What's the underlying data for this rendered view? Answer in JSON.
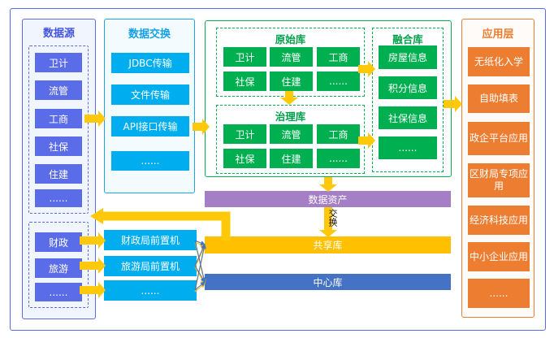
{
  "datasource_panel": {
    "title": "数据源",
    "primary_sources": [
      "卫计",
      "流管",
      "工商",
      "社保",
      "住建",
      "......"
    ],
    "secondary_sources": [
      "财政",
      "旅游",
      "......"
    ]
  },
  "exchange_panel": {
    "title": "数据交换",
    "methods": [
      "JDBC传输",
      "文件传输",
      "API接口传输",
      "......"
    ]
  },
  "library_section": {
    "raw_library": {
      "title": "原始库",
      "items": [
        "卫计",
        "流管",
        "工商",
        "社保",
        "住建",
        "......"
      ]
    },
    "governance_library": {
      "title": "治理库",
      "items": [
        "卫计",
        "流管",
        "工商",
        "社保",
        "住建",
        "......"
      ]
    },
    "fusion_library": {
      "title": "融合库",
      "items": [
        "房屋信息",
        "积分信息",
        "社保信息",
        "......"
      ]
    }
  },
  "application_panel": {
    "title": "应用层",
    "apps": [
      "无纸化入学",
      "自助填表",
      "政企平台应用",
      "区财局专项应用",
      "经济科技应用",
      "中小企业应用",
      "......"
    ]
  },
  "bars": {
    "data_asset": "数据资产",
    "shared_library": "共享库",
    "central_library": "中心库"
  },
  "flow_labels": {
    "exchange": "交换"
  },
  "frontend_machines": {
    "machines": [
      "财政局前置机",
      "旅游局前置机",
      "......"
    ]
  },
  "colors": {
    "indigo_node": "#5B6CE8",
    "cyan_node": "#00AEF0",
    "green_node": "#00B050",
    "orange_node": "#ED7D31",
    "purple_bar": "#A57FC5",
    "gold_bar": "#FFC000",
    "blue_bar": "#4472C4",
    "arrow_yellow": "#FFC90A",
    "datasource_title": "#4455E0",
    "exchange_title": "#14A0E8",
    "library_title": "#00A04A"
  }
}
